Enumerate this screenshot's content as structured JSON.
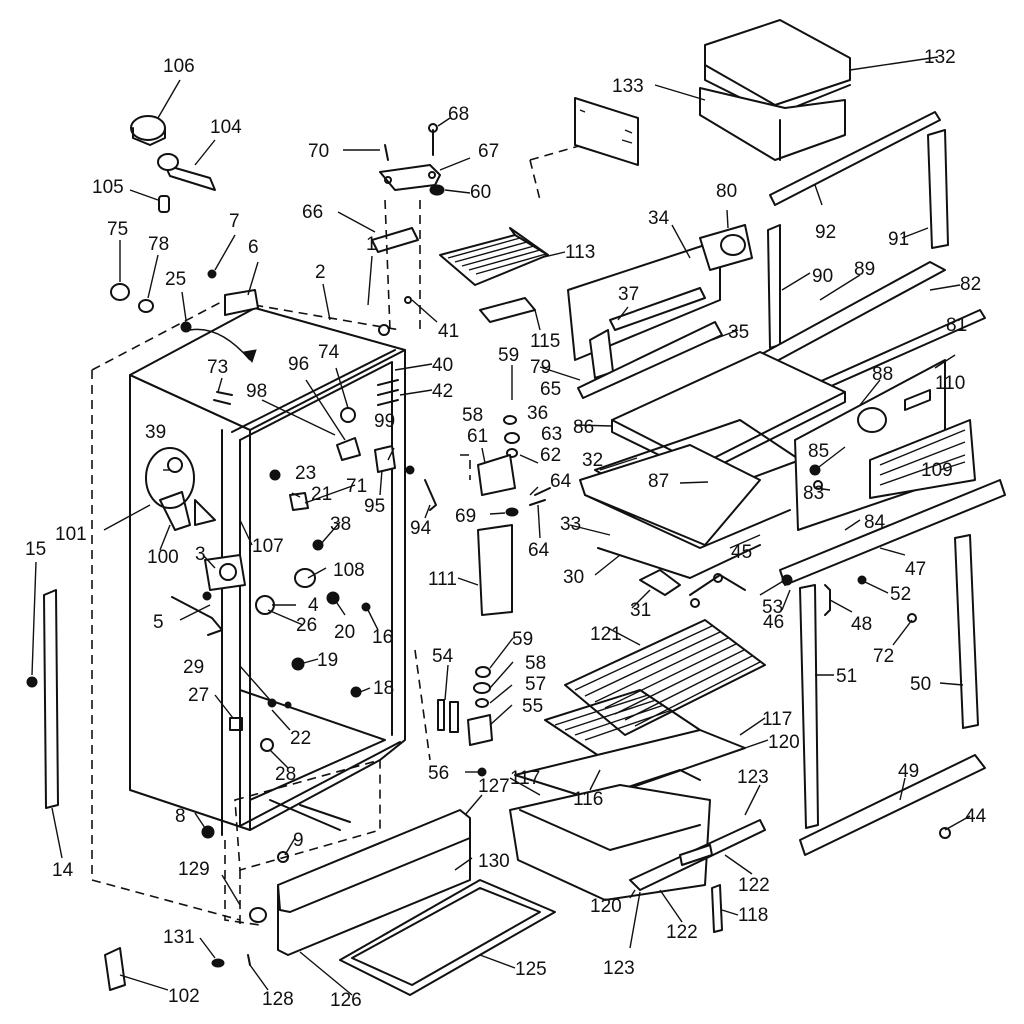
{
  "diagram": {
    "callouts": [
      {
        "key": "c106",
        "text": "106"
      },
      {
        "key": "c104",
        "text": "104"
      },
      {
        "key": "c105",
        "text": "105"
      },
      {
        "key": "c75",
        "text": "75"
      },
      {
        "key": "c78",
        "text": "78"
      },
      {
        "key": "c7",
        "text": "7"
      },
      {
        "key": "c6",
        "text": "6"
      },
      {
        "key": "c25",
        "text": "25"
      },
      {
        "key": "c2",
        "text": "2"
      },
      {
        "key": "c1",
        "text": "1"
      },
      {
        "key": "c70",
        "text": "70"
      },
      {
        "key": "c68",
        "text": "68"
      },
      {
        "key": "c67",
        "text": "67"
      },
      {
        "key": "c66",
        "text": "66"
      },
      {
        "key": "c60",
        "text": "60"
      },
      {
        "key": "c41",
        "text": "41"
      },
      {
        "key": "c113",
        "text": "113"
      },
      {
        "key": "c115",
        "text": "115"
      },
      {
        "key": "c34",
        "text": "34"
      },
      {
        "key": "c80",
        "text": "80"
      },
      {
        "key": "c37",
        "text": "37"
      },
      {
        "key": "c133",
        "text": "133"
      },
      {
        "key": "c132",
        "text": "132"
      },
      {
        "key": "c92",
        "text": "92"
      },
      {
        "key": "c91",
        "text": "91"
      },
      {
        "key": "c90",
        "text": "90"
      },
      {
        "key": "c89",
        "text": "89"
      },
      {
        "key": "c82",
        "text": "82"
      },
      {
        "key": "c81",
        "text": "81"
      },
      {
        "key": "c35",
        "text": "35"
      },
      {
        "key": "c79",
        "text": "79"
      },
      {
        "key": "c88",
        "text": "88"
      },
      {
        "key": "c110",
        "text": "110"
      },
      {
        "key": "c74",
        "text": "74"
      },
      {
        "key": "c73",
        "text": "73"
      },
      {
        "key": "c96",
        "text": "96"
      },
      {
        "key": "c40",
        "text": "40"
      },
      {
        "key": "c98",
        "text": "98"
      },
      {
        "key": "c42",
        "text": "42"
      },
      {
        "key": "c59a",
        "text": "59"
      },
      {
        "key": "c65",
        "text": "65"
      },
      {
        "key": "c58a",
        "text": "58"
      },
      {
        "key": "c36",
        "text": "36"
      },
      {
        "key": "c86",
        "text": "86"
      },
      {
        "key": "c63",
        "text": "63"
      },
      {
        "key": "c85",
        "text": "85"
      },
      {
        "key": "c39",
        "text": "39"
      },
      {
        "key": "c99",
        "text": "99"
      },
      {
        "key": "c61",
        "text": "61"
      },
      {
        "key": "c62",
        "text": "62"
      },
      {
        "key": "c32",
        "text": "32"
      },
      {
        "key": "c64a",
        "text": "64"
      },
      {
        "key": "c87",
        "text": "87"
      },
      {
        "key": "c83",
        "text": "83"
      },
      {
        "key": "c109",
        "text": "109"
      },
      {
        "key": "c23",
        "text": "23"
      },
      {
        "key": "c71",
        "text": "71"
      },
      {
        "key": "c21",
        "text": "21"
      },
      {
        "key": "c95",
        "text": "95"
      },
      {
        "key": "c94",
        "text": "94"
      },
      {
        "key": "c69",
        "text": "69"
      },
      {
        "key": "c38",
        "text": "38"
      },
      {
        "key": "c33",
        "text": "33"
      },
      {
        "key": "c84",
        "text": "84"
      },
      {
        "key": "c101",
        "text": "101"
      },
      {
        "key": "c64b",
        "text": "64"
      },
      {
        "key": "c45",
        "text": "45"
      },
      {
        "key": "c107",
        "text": "107"
      },
      {
        "key": "c100",
        "text": "100"
      },
      {
        "key": "c3",
        "text": "3"
      },
      {
        "key": "c108",
        "text": "108"
      },
      {
        "key": "c111",
        "text": "111"
      },
      {
        "key": "c30",
        "text": "30"
      },
      {
        "key": "c47",
        "text": "47"
      },
      {
        "key": "c15",
        "text": "15"
      },
      {
        "key": "c31",
        "text": "31"
      },
      {
        "key": "c53",
        "text": "53"
      },
      {
        "key": "c52",
        "text": "52"
      },
      {
        "key": "c4",
        "text": "4"
      },
      {
        "key": "c5",
        "text": "5"
      },
      {
        "key": "c26",
        "text": "26"
      },
      {
        "key": "c20",
        "text": "20"
      },
      {
        "key": "c16",
        "text": "16"
      },
      {
        "key": "c121",
        "text": "121"
      },
      {
        "key": "c46",
        "text": "46"
      },
      {
        "key": "c48",
        "text": "48"
      },
      {
        "key": "c72",
        "text": "72"
      },
      {
        "key": "c59b",
        "text": "59"
      },
      {
        "key": "c54",
        "text": "54"
      },
      {
        "key": "c19",
        "text": "19"
      },
      {
        "key": "c58b",
        "text": "58"
      },
      {
        "key": "c51",
        "text": "51"
      },
      {
        "key": "c50",
        "text": "50"
      },
      {
        "key": "c29",
        "text": "29"
      },
      {
        "key": "c18",
        "text": "18"
      },
      {
        "key": "c57",
        "text": "57"
      },
      {
        "key": "c27",
        "text": "27"
      },
      {
        "key": "c55",
        "text": "55"
      },
      {
        "key": "c22",
        "text": "22"
      },
      {
        "key": "c117a",
        "text": "117"
      },
      {
        "key": "c120a",
        "text": "120"
      },
      {
        "key": "c56",
        "text": "56"
      },
      {
        "key": "c117b",
        "text": "117"
      },
      {
        "key": "c28",
        "text": "28"
      },
      {
        "key": "c49",
        "text": "49"
      },
      {
        "key": "c123a",
        "text": "123"
      },
      {
        "key": "c116",
        "text": "116"
      },
      {
        "key": "c127",
        "text": "127"
      },
      {
        "key": "c8",
        "text": "8"
      },
      {
        "key": "c44",
        "text": "44"
      },
      {
        "key": "c14",
        "text": "14"
      },
      {
        "key": "c9",
        "text": "9"
      },
      {
        "key": "c130",
        "text": "130"
      },
      {
        "key": "c129",
        "text": "129"
      },
      {
        "key": "c122a",
        "text": "122"
      },
      {
        "key": "c120b",
        "text": "120"
      },
      {
        "key": "c122b",
        "text": "122"
      },
      {
        "key": "c118",
        "text": "118"
      },
      {
        "key": "c131",
        "text": "131"
      },
      {
        "key": "c125",
        "text": "125"
      },
      {
        "key": "c123b",
        "text": "123"
      },
      {
        "key": "c102",
        "text": "102"
      },
      {
        "key": "c128",
        "text": "128"
      },
      {
        "key": "c126",
        "text": "126"
      }
    ]
  }
}
